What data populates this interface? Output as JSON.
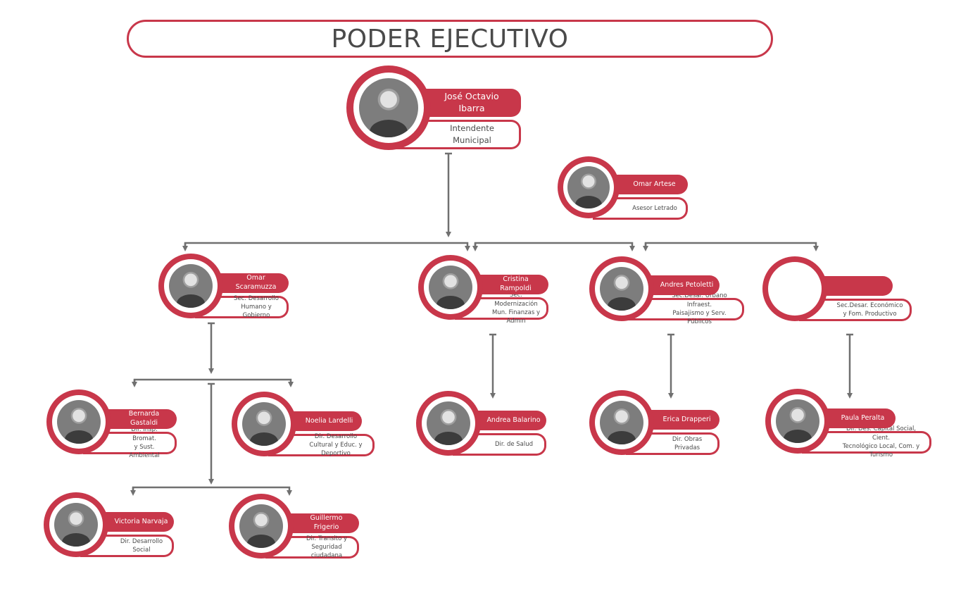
{
  "title": "PODER EJECUTIVO",
  "colors": {
    "accent": "#c8374a",
    "connector": "#707070",
    "text": "#4a4a4a"
  },
  "people": {
    "intendente": {
      "name": "José Octavio\nIbarra",
      "role": "Intendente\nMunicipal"
    },
    "asesor": {
      "name": "Omar Artese",
      "role": "Asesor Letrado"
    },
    "scaramuzza": {
      "name": "Omar Scaramuzza",
      "role": "Sec. Desarrollo\nHumano y Gobierno"
    },
    "rampoldi": {
      "name": "Cristina Rampoldi",
      "role": "Sec. Modernización\nMun. Finanzas y Admin"
    },
    "petoletti": {
      "name": "Andres Petoletti",
      "role": "Sec.Desar. Urbano Infraest.\nPaisajismo y Serv. Públicos"
    },
    "vacante": {
      "name": "",
      "role": "Sec.Desar. Económico\ny Fom. Productivo"
    },
    "gastaldi": {
      "name": "Bernarda Gastaldi",
      "role": "Dir. Insp. Bromat.\ny Sust. Ambiental"
    },
    "lardelli": {
      "name": "Noelia Lardelli",
      "role": "Dir. Desarrollo\nCultural y Educ. y Deportivo"
    },
    "balarino": {
      "name": "Andrea Balarino",
      "role": "Dir. de Salud"
    },
    "drapperi": {
      "name": "Erica Drapperi",
      "role": "Dir. Obras Privadas"
    },
    "peralta": {
      "name": "Paula Peralta",
      "role": "Dir. Des. Capital Social,  Cient.\nTecnológico Local, Com.  y Turismo"
    },
    "narvaja": {
      "name": "Victoria Narvaja",
      "role": "Dir. Desarrollo Social"
    },
    "frigerio": {
      "name": "Guillermo Frigerio",
      "role": "Dir. Transito y\nSeguridad ciudadana"
    }
  }
}
